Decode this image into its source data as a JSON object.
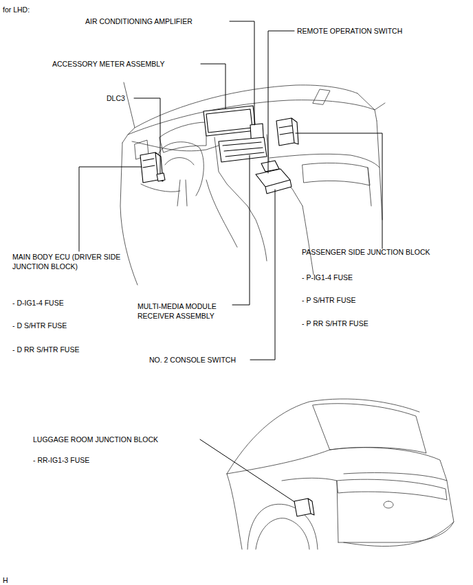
{
  "diagram": {
    "title": "for LHD:",
    "labels": [
      "AIR CONDITIONING AMPLIFIER",
      "REMOTE OPERATION SWITCH",
      "ACCESSORY METER ASSEMBLY",
      "DLC3",
      "MAIN BODY ECU (DRIVER SIDE JUNCTION BLOCK)",
      "PASSENGER SIDE JUNCTION BLOCK",
      "- P-IG1-4 FUSE",
      "- D-IG1-4 FUSE",
      "- P S/HTR FUSE",
      "MULTI-MEDIA MODULE RECEIVER ASSEMBLY",
      "- D S/HTR FUSE",
      "- P RR S/HTR FUSE",
      "- D RR S/HTR FUSE",
      "NO. 2 CONSOLE SWITCH",
      "LUGGAGE ROOM JUNCTION BLOCK",
      "- RR-IG1-3 FUSE",
      "H"
    ]
  }
}
